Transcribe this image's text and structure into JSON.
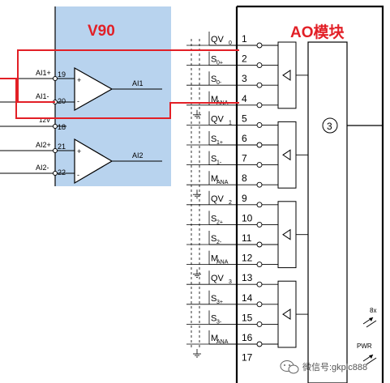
{
  "v90_panel": {
    "title": "V90",
    "background": "#b8d3ee",
    "pins": [
      {
        "label": "AI1+",
        "pin": "19"
      },
      {
        "label": "AI1-",
        "pin": "20"
      },
      {
        "label": "12V",
        "pin": "18"
      },
      {
        "label": "AI2+",
        "pin": "21"
      },
      {
        "label": "AI2-",
        "pin": "22"
      }
    ],
    "amps": [
      {
        "out": "AI1",
        "plus": "+",
        "minus": "-"
      },
      {
        "out": "AI2",
        "plus": "+",
        "minus": "-"
      }
    ]
  },
  "ao_module": {
    "title": "AO模块",
    "wire_color": "#e21f26",
    "channel_marker": "3",
    "channels": [
      {
        "qv": "QV",
        "qv_sub": "0",
        "s_plus": "S",
        "s_plus_sub": "0+",
        "s_minus": "S",
        "s_minus_sub": "0-",
        "m": "M",
        "m_sub": "ANA"
      },
      {
        "qv": "QV",
        "qv_sub": "1",
        "s_plus": "S",
        "s_plus_sub": "1+",
        "s_minus": "S",
        "s_minus_sub": "1-",
        "m": "M",
        "m_sub": "ANA"
      },
      {
        "qv": "QV",
        "qv_sub": "2",
        "s_plus": "S",
        "s_plus_sub": "2+",
        "s_minus": "S",
        "s_minus_sub": "2-",
        "m": "M",
        "m_sub": "ANA"
      },
      {
        "qv": "QV",
        "qv_sub": "3",
        "s_plus": "S",
        "s_plus_sub": "3+",
        "s_minus": "S",
        "s_minus_sub": "3-",
        "m": "M",
        "m_sub": "ANA"
      }
    ],
    "terminals": [
      "1",
      "2",
      "3",
      "4",
      "5",
      "6",
      "7",
      "8",
      "9",
      "10",
      "11",
      "12",
      "13",
      "14",
      "15",
      "16",
      "17"
    ],
    "status_leds": [
      {
        "label": "8x",
        "icon": "led-arrow-icon"
      },
      {
        "label": "PWR",
        "icon": "led-arrow-icon"
      }
    ]
  },
  "watermark": {
    "text": "微信号:gkplc888",
    "icon": "wechat-icon"
  }
}
